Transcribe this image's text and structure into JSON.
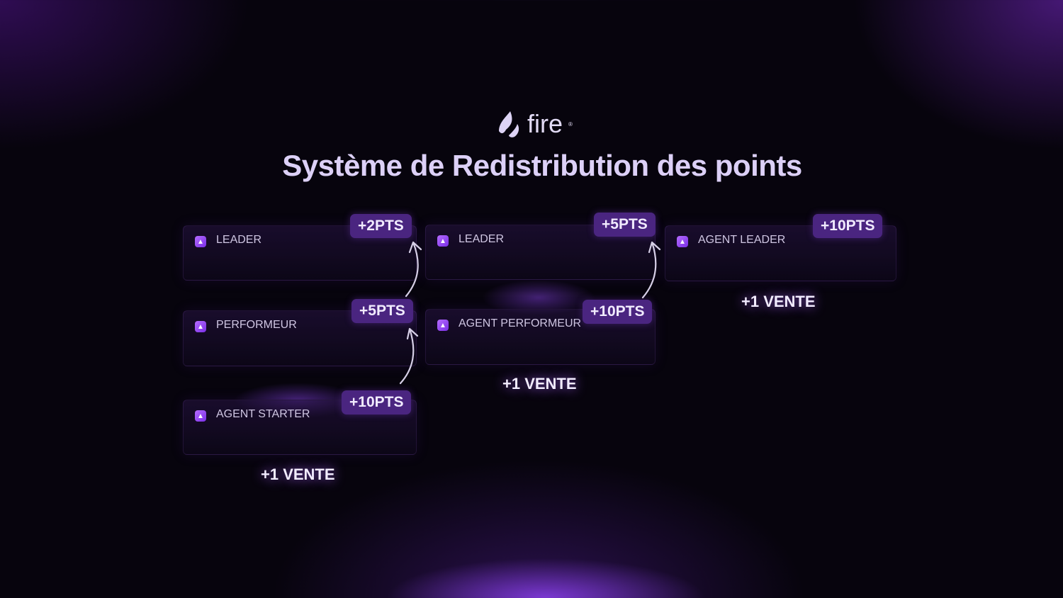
{
  "logo": {
    "name": "fire",
    "mark": "®"
  },
  "title": "Système de Redistribution des points",
  "columns": [
    {
      "cards": [
        {
          "label": "LEADER",
          "badge": "+2PTS"
        },
        {
          "label": "PERFORMEUR",
          "badge": "+5PTS"
        },
        {
          "label": "AGENT STARTER",
          "badge": "+10PTS"
        }
      ],
      "result": "+1 VENTE"
    },
    {
      "cards": [
        {
          "label": "LEADER",
          "badge": "+5PTS"
        },
        {
          "label": "AGENT PERFORMEUR",
          "badge": "+10PTS"
        }
      ],
      "result": "+1 VENTE"
    },
    {
      "cards": [
        {
          "label": "AGENT LEADER",
          "badge": "+10PTS"
        }
      ],
      "result": "+1 VENTE"
    }
  ],
  "colors": {
    "accent": "#4a2580",
    "title": "#dcd0f7"
  }
}
